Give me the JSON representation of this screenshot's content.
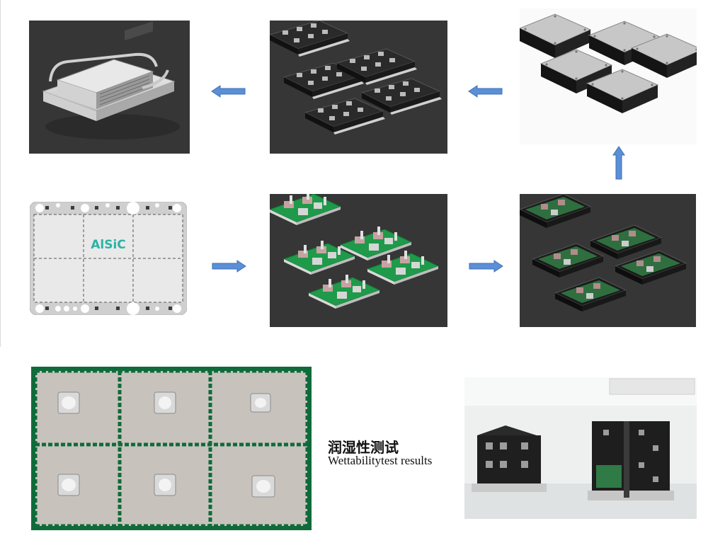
{
  "alsic_label": "AlSiC",
  "wettability": {
    "title_cn": "润湿性测试",
    "title_en": "Wettabilitytest results"
  },
  "colors": {
    "arrow_fill": "#5b8fd6",
    "arrow_stroke": "#3d6fb5",
    "panel_dark": "#363636",
    "alsic_text": "#2bb3a6",
    "pcb_green": "#1f9a4a",
    "plate_green": "#0f6b3a"
  },
  "flow": {
    "arrows": [
      "left",
      "left",
      "up",
      "right",
      "right"
    ]
  }
}
